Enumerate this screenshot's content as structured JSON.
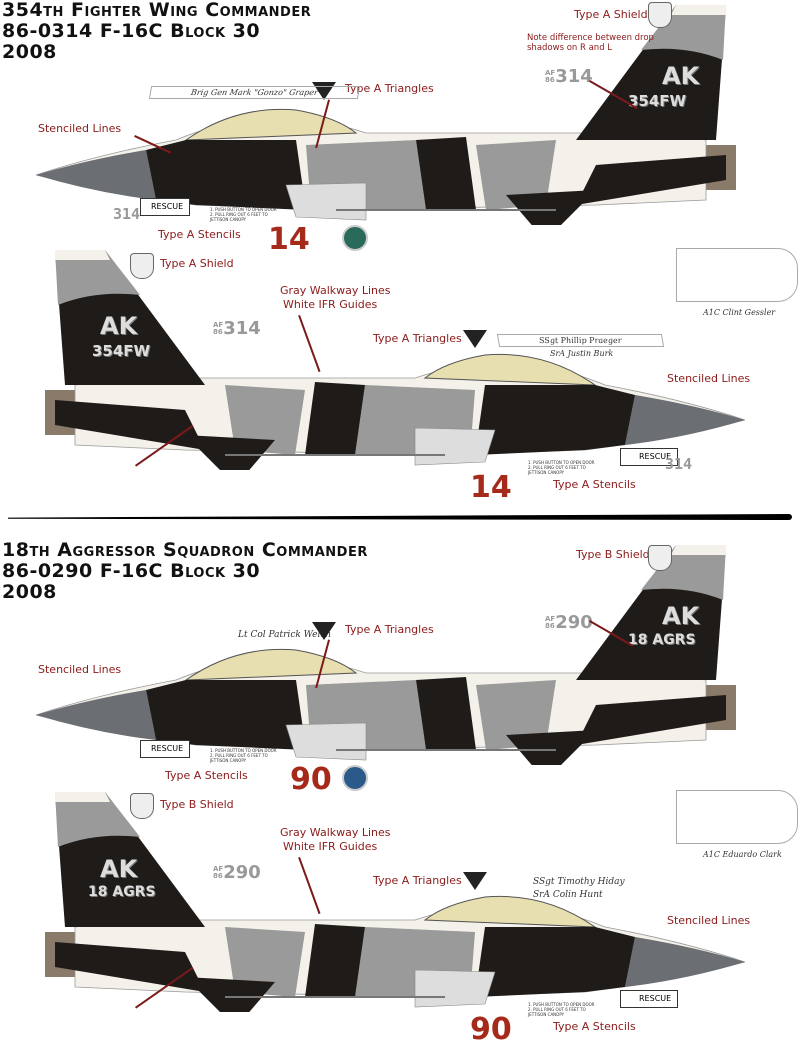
{
  "sections": [
    {
      "title_line1": "354th Fighter Wing Commander",
      "title_line2": "86-0314  F-16C Block 30",
      "title_line3": "2008",
      "tail_code": "AK",
      "tail_unit": "354FW",
      "tail_serial_small": "314",
      "af_label": "AF",
      "af_year": "86",
      "af_serial": "314",
      "nose_number": "314",
      "big_number": "14",
      "shield_label": "Type A Shield",
      "shield_label_b": "Type A Shield",
      "note": "Note difference between drop shadows on R and L",
      "triangles_label": "Type A Triangles",
      "stenciled_label": "Stenciled Lines",
      "stencils_label": "Type A Stencils",
      "walkway_label": "Gray Walkway Lines",
      "ifr_label": "White IFR Guides",
      "rescue": "RESCUE",
      "canopy_name_left": "Brig Gen Mark \"Gonzo\" Graper",
      "canopy_name_right": "SSgt Phillip Praeger",
      "crew_name_2": "SrA Justin Burk",
      "crew_name_3": "A1C Clint Gessler",
      "stencil_text": "1. PUSH BUTTON TO OPEN DOOR 2. PULL RING OUT 6 FEET TO JETTISON CANOPY"
    },
    {
      "title_line1": "18th Aggressor Squadron Commander",
      "title_line2": "86-0290  F-16C Block 30",
      "title_line3": "2008",
      "tail_code": "AK",
      "tail_unit": "18 AGRS",
      "tail_serial_small": "290",
      "af_label": "AF",
      "af_year": "86",
      "af_serial": "290",
      "nose_number": "",
      "big_number": "90",
      "shield_label": "Type B Shield",
      "shield_label_b": "Type B Shield",
      "triangles_label": "Type A Triangles",
      "stenciled_label": "Stenciled Lines",
      "stencils_label": "Type A Stencils",
      "walkway_label": "Gray Walkway Lines",
      "ifr_label": "White IFR Guides",
      "rescue": "RESCUE",
      "canopy_name_left": "Lt Col Patrick Welch",
      "canopy_name_right": "SSgt Timothy Hiday",
      "crew_name_2": "SrA Colin Hunt",
      "crew_name_3": "A1C Eduardo Clark",
      "stencil_text": "1. PUSH BUTTON TO OPEN DOOR 2. PULL RING OUT 6 FEET TO JETTISON CANOPY"
    }
  ],
  "colors": {
    "label": "#8b1a1a",
    "black": "#1f1b18",
    "gray": "#9a9a9a",
    "white": "#f3f1ea",
    "red_number": "#a52a1a"
  }
}
